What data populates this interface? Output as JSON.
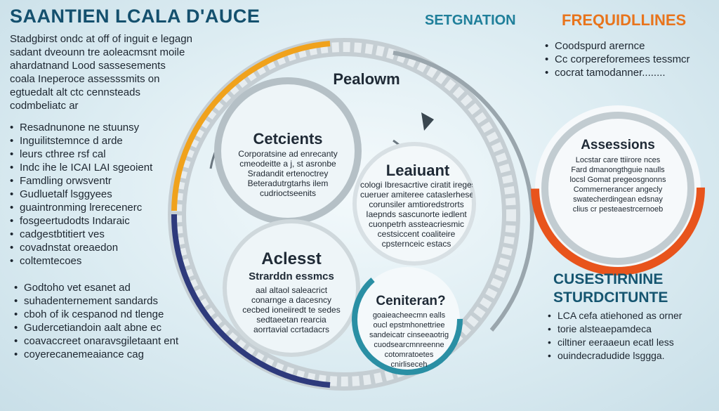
{
  "titles": {
    "left": "SAANTIEN LCALA D'AUCE",
    "middle": "SETGNATION",
    "right": "FREQUIDLLINES"
  },
  "left_block1": [
    "Stadgbirst ondc at off of inguit e legagn",
    "sadant dveounn tre aoleacmsnt moile",
    "ahardatnand Lood sassesements",
    "coala Ineperoce assesssmits on",
    "egtuedalt alt ctc cennsteads",
    "codmbeliatc ar"
  ],
  "left_block2": [
    "Resadnunone ne stuunsy",
    "Inguilitstemnce d arde",
    "leurs cthree rsf cal",
    "Indc ihe le ICAI LAI sgeoient",
    "Famdling orwsventr",
    "Gudluetalf lsggyees",
    "guaintronming lrerecenerc",
    "fosgeertudodts Indaraic",
    "cadgestbtitiert ves",
    "covadnstat oreaedon",
    "coltemtecoes"
  ],
  "left_block3": [
    "Godtoho vet esanet ad",
    "suhadenternement sandards",
    "cboh of ik cespanod nd tlenge",
    "Gudercetiandoin aalt abne ec",
    "coavaccreet onaravsgiletaant ent",
    "coyerecanemeaiance cag"
  ],
  "right_block1": [
    "Coodspurd arernce",
    "Cc corpereforemees tessmcr",
    "cocrat tamodanner........"
  ],
  "assessment": {
    "title": "Assessions",
    "lines": [
      "Locstar care ttiirore nces",
      "Fard dmanongthguie naulls",
      "locsl Gomat pregeosgnonns",
      "Commernerancer angecly",
      "swatecherdingean edsnay",
      "clius cr pesteaestrcernoeb"
    ]
  },
  "customize": {
    "title_line1": "CUSESTIRNINE",
    "title_line2": "STURDCITUNTE",
    "bullets": [
      "LCA cefa atiehoned as orner",
      "torie alsteaepamdeca",
      "ciltiner eeraaeun ecatl less",
      "ouindecradudide lsggga."
    ]
  },
  "ring_center": {
    "top": "Pealowm"
  },
  "circles": {
    "catchments": {
      "title": "Cetcients",
      "lines": [
        "Corporatsine ad enrecanty",
        "cmeodeitte a j, st asronbe",
        "Sradandit ertenoctrey",
        "Beteradutrgtarhs ilem",
        "cudrioctseenits"
      ]
    },
    "leaiuant": {
      "title": "Leaiuant",
      "lines": [
        "cologi Ibresacrtive ciratit ireges",
        "cueruer amiteree cataslerhesene",
        "corunsiler amtioredstrorts",
        "Iaepnds sascunorte iedlent",
        "cuonpetrh assteacriesmic",
        "cestsiccent coaliteire",
        "cpsternceic estacs"
      ]
    },
    "aclest": {
      "title": "Aclesst",
      "subtitle": "Strarddn essmcs",
      "lines": [
        "aal altaol saleacrict",
        "conarnge a dacesncy",
        "cecbed ioneiiredt te sedes",
        "sedtaeetan rearcia",
        "aorrtavial ccrtadacrs"
      ]
    },
    "ceniteran": {
      "title": "Ceniteran?",
      "lines": [
        "goaieacheecmn ealls",
        "oucl epstmhonettriee",
        "sandeicatr cinseeaotrig",
        "cuodsearcmnreenne",
        "cotomratoetes",
        "cnirliseceh"
      ]
    }
  },
  "colors": {
    "orange": "#f0a21c",
    "navy": "#2e3a7c",
    "teal": "#2a8fa4",
    "red_orange": "#e8541c",
    "ring_gray": "#b8c2c8",
    "text_dark": "#1d2630"
  }
}
